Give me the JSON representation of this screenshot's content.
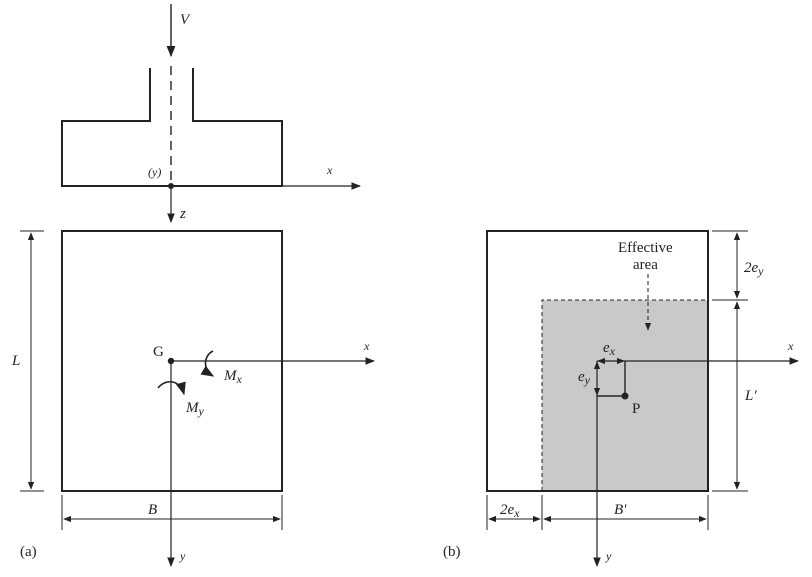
{
  "panel_a": {
    "caption": "(a)",
    "load_label": "V",
    "axis_y_paren": "(y)",
    "axis_x_top": "x",
    "axis_z": "z",
    "dim_L": "L",
    "centroid": "G",
    "axis_x_plan": "x",
    "moment_x": "M",
    "moment_x_sub": "x",
    "moment_y": "M",
    "moment_y_sub": "y",
    "dim_B": "B",
    "axis_y_plan": "y"
  },
  "panel_b": {
    "caption": "(b)",
    "effective_line1": "Effective",
    "effective_line2": "area",
    "dim_2ey": "2e",
    "dim_2ey_sub": "y",
    "ex": "e",
    "ex_sub": "x",
    "ey": "e",
    "ey_sub": "y",
    "load_point": "P",
    "axis_x": "x",
    "dim_Lp": "L′",
    "dim_2ex": "2e",
    "dim_2ex_sub": "x",
    "dim_Bp": "B′",
    "axis_y": "y"
  },
  "colors": {
    "line": "#222222",
    "effective_fill": "#c9c9c9"
  }
}
